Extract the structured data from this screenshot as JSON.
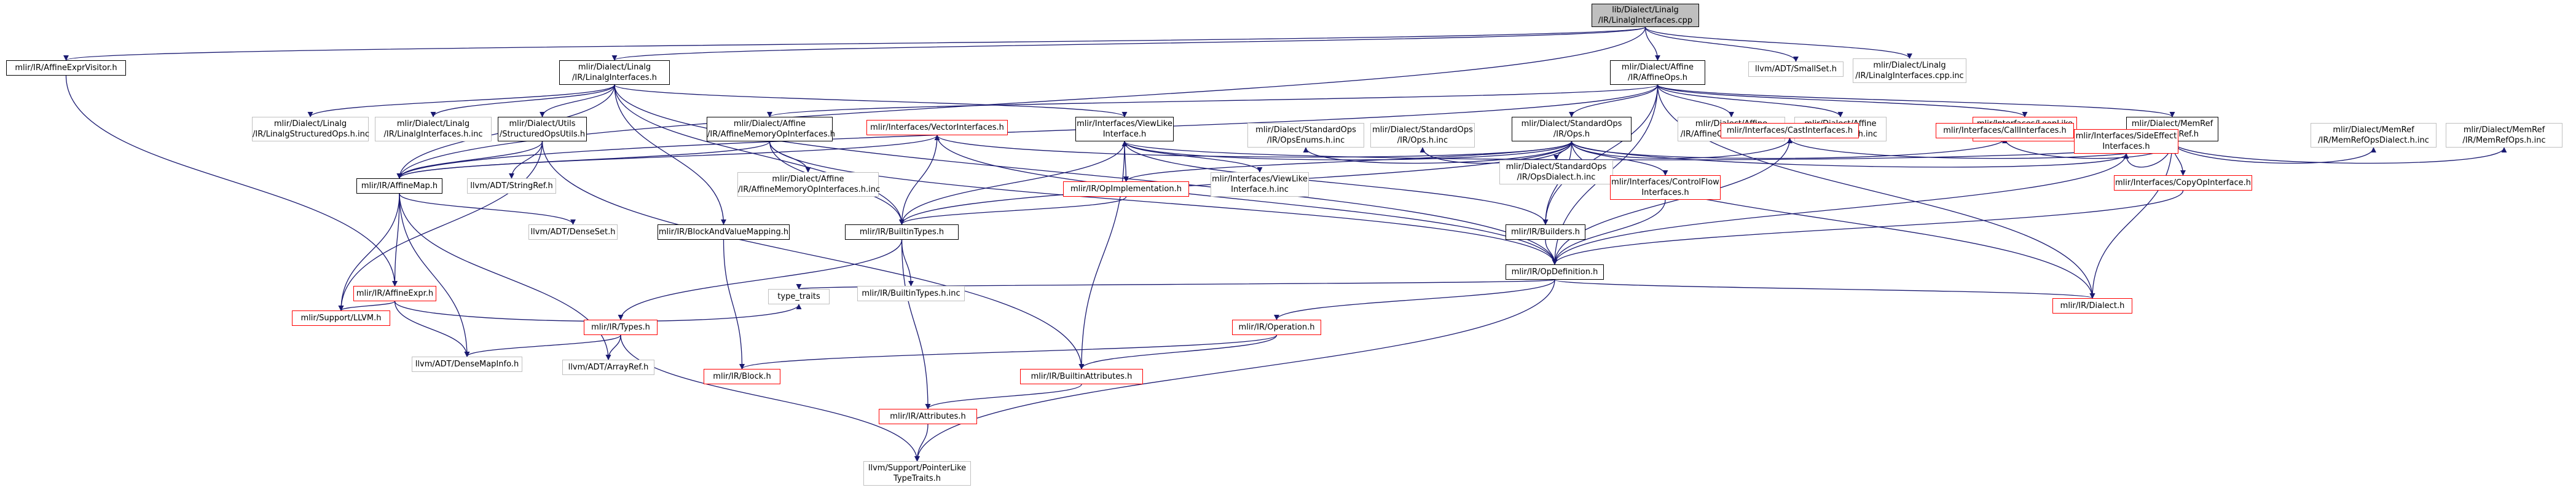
{
  "graph": {
    "title": "lib/Dialect/Linalg/IR/LinalgInterfaces.cpp",
    "colors": {
      "edge_default": "#191970",
      "edge_alt": "#63b8ff",
      "internal_border": "#000000",
      "external_border": "#c0c0c0",
      "incomplete_border": "#ff0000",
      "root_fill": "#bfbfbf"
    },
    "nodes": {
      "root": {
        "l1": "lib/Dialect/Linalg",
        "l2": "/IR/LinalgInterfaces.cpp"
      },
      "aevis": {
        "l1": "mlir/IR/AffineExprVisitor.h"
      },
      "linint": {
        "l1": "mlir/Dialect/Linalg",
        "l2": "/IR/LinalgInterfaces.h"
      },
      "affops": {
        "l1": "mlir/Dialect/Affine",
        "l2": "/IR/AffineOps.h"
      },
      "smallset": {
        "l1": "llvm/ADT/SmallSet.h"
      },
      "lincppinc": {
        "l1": "mlir/Dialect/Linalg",
        "l2": "/IR/LinalgInterfaces.cpp.inc"
      },
      "linsops": {
        "l1": "mlir/Dialect/Linalg",
        "l2": "/IR/LinalgStructuredOps.h.inc"
      },
      "linhinc": {
        "l1": "mlir/Dialect/Linalg",
        "l2": "/IR/LinalgInterfaces.h.inc"
      },
      "sutils": {
        "l1": "mlir/Dialect/Utils",
        "l2": "/StructuredOpsUtils.h"
      },
      "affmem": {
        "l1": "mlir/Dialect/Affine",
        "l2": "/IR/AffineMemoryOpInterfaces.h"
      },
      "vecint": {
        "l1": "mlir/Interfaces/VectorInterfaces.h"
      },
      "viewlike": {
        "l1": "mlir/Interfaces/ViewLike",
        "l2": "Interface.h"
      },
      "stdops": {
        "l1": "mlir/Dialect/StandardOps",
        "l2": "/IR/Ops.h"
      },
      "affdialinc": {
        "l1": "mlir/Dialect/Affine",
        "l2": "/IR/AffineOpsDialect.h.inc"
      },
      "affopsinc": {
        "l1": "mlir/Dialect/Affine",
        "l2": "/IR/AffineOps.h.inc"
      },
      "looplike": {
        "l1": "mlir/Interfaces/LoopLike",
        "l2": "Interface.h"
      },
      "memref": {
        "l1": "mlir/Dialect/MemRef",
        "l2": "/IR/MemRef.h"
      },
      "affmap": {
        "l1": "mlir/IR/AffineMap.h"
      },
      "stringref": {
        "l1": "llvm/ADT/StringRef.h"
      },
      "affmeminc": {
        "l1": "mlir/Dialect/Affine",
        "l2": "/IR/AffineMemoryOpInterfaces.h.inc"
      },
      "opimpl": {
        "l1": "mlir/IR/OpImplementation.h"
      },
      "viewlikeinc": {
        "l1": "mlir/Interfaces/ViewLike",
        "l2": "Interface.h.inc"
      },
      "stdenums": {
        "l1": "mlir/Dialect/StandardOps",
        "l2": "/IR/OpsEnums.h.inc"
      },
      "stdopsinc": {
        "l1": "mlir/Dialect/StandardOps",
        "l2": "/IR/Ops.h.inc"
      },
      "stddialinc": {
        "l1": "mlir/Dialect/StandardOps",
        "l2": "/IR/OpsDialect.h.inc"
      },
      "builders": {
        "l1": "mlir/IR/Builders.h"
      },
      "ctrlflow": {
        "l1": "mlir/Interfaces/ControlFlow",
        "l2": "Interfaces.h"
      },
      "castint": {
        "l1": "mlir/Interfaces/CastInterfaces.h"
      },
      "callint": {
        "l1": "mlir/Interfaces/CallInterfaces.h"
      },
      "sideeff": {
        "l1": "mlir/Interfaces/SideEffect",
        "l2": "Interfaces.h"
      },
      "memrefdial": {
        "l1": "mlir/Dialect/MemRef",
        "l2": "/IR/MemRefOpsDialect.h.inc"
      },
      "memrefops": {
        "l1": "mlir/Dialect/MemRef",
        "l2": "/IR/MemRefOps.h.inc"
      },
      "copyop": {
        "l1": "mlir/Interfaces/CopyOpInterface.h"
      },
      "densesetn": {
        "l1": "llvm/ADT/DenseSet.h"
      },
      "blockval": {
        "l1": "mlir/IR/BlockAndValueMapping.h"
      },
      "builtintypes": {
        "l1": "mlir/IR/BuiltinTypes.h"
      },
      "opdef": {
        "l1": "mlir/IR/OpDefinition.h"
      },
      "affexpr": {
        "l1": "mlir/IR/AffineExpr.h"
      },
      "supllvm": {
        "l1": "mlir/Support/LLVM.h"
      },
      "typetraits": {
        "l1": "type_traits"
      },
      "dialect": {
        "l1": "mlir/IR/Dialect.h"
      },
      "types": {
        "l1": "mlir/IR/Types.h"
      },
      "builtintinc": {
        "l1": "mlir/IR/BuiltinTypes.h.inc"
      },
      "operation": {
        "l1": "mlir/IR/Operation.h"
      },
      "densemapinfo": {
        "l1": "llvm/ADT/DenseMapInfo.h"
      },
      "arrayref": {
        "l1": "llvm/ADT/ArrayRef.h"
      },
      "block": {
        "l1": "mlir/IR/Block.h"
      },
      "builtinattr": {
        "l1": "mlir/IR/BuiltinAttributes.h"
      },
      "attrs": {
        "l1": "mlir/IR/Attributes.h"
      },
      "ptrlike": {
        "l1": "llvm/Support/PointerLike",
        "l2": "TypeTraits.h"
      }
    }
  }
}
